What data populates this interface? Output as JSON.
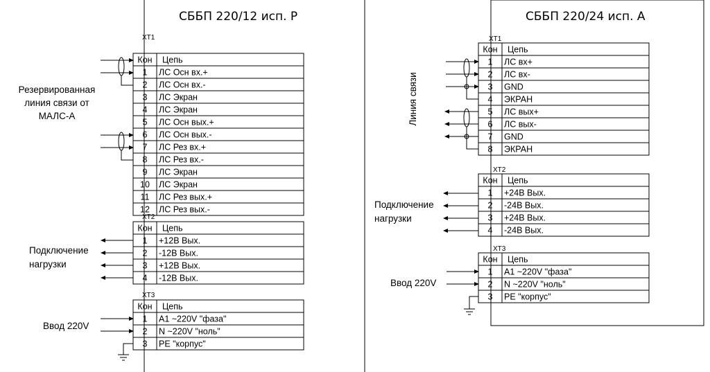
{
  "units": [
    {
      "title": "СББП 220/12 исп. Р",
      "blocks": [
        {
          "label": "XT1",
          "header": {
            "num": "Кон",
            "name": "Цепь"
          },
          "rows": [
            {
              "num": "1",
              "name": "ЛС Осн вх.+"
            },
            {
              "num": "2",
              "name": "ЛС Осн вх.-"
            },
            {
              "num": "3",
              "name": "ЛС Экран"
            },
            {
              "num": "4",
              "name": "ЛС Экран"
            },
            {
              "num": "5",
              "name": "ЛС Осн вых.+"
            },
            {
              "num": "6",
              "name": "ЛС Осн вых.-"
            },
            {
              "num": "7",
              "name": "ЛС Рез вх.+"
            },
            {
              "num": "8",
              "name": "ЛС Рез вх.-"
            },
            {
              "num": "9",
              "name": "ЛС Экран"
            },
            {
              "num": "10",
              "name": "ЛС Экран"
            },
            {
              "num": "11",
              "name": "ЛС Рез вых.+"
            },
            {
              "num": "12",
              "name": "ЛС Рез вых.-"
            }
          ]
        },
        {
          "label": "XT2",
          "header": {
            "num": "Кон",
            "name": "Цепь"
          },
          "rows": [
            {
              "num": "1",
              "name": "+12В Вых."
            },
            {
              "num": "2",
              "name": "-12В Вых."
            },
            {
              "num": "3",
              "name": "+12В Вых."
            },
            {
              "num": "4",
              "name": "-12В Вых."
            }
          ]
        },
        {
          "label": "XT3",
          "header": {
            "num": "Кон",
            "name": "Цепь"
          },
          "rows": [
            {
              "num": "1",
              "name": "A1 ~220V \"фаза\""
            },
            {
              "num": "2",
              "name": "N ~220V \"ноль\""
            },
            {
              "num": "3",
              "name": "PE \"корпус\""
            }
          ]
        }
      ],
      "labels": {
        "reserve": [
          "Резервированная",
          "линия связи от",
          "МАЛС-А"
        ],
        "load": [
          "Подключение",
          "нагрузки"
        ],
        "mains": "Ввод 220V"
      }
    },
    {
      "title": "СББП 220/24 исп. А",
      "blocks": [
        {
          "label": "XT1",
          "header": {
            "num": "Кон",
            "name": "Цепь"
          },
          "rows": [
            {
              "num": "1",
              "name": "ЛС вх+"
            },
            {
              "num": "2",
              "name": "ЛС вх-"
            },
            {
              "num": "3",
              "name": "GND"
            },
            {
              "num": "4",
              "name": "ЭКРАН"
            },
            {
              "num": "5",
              "name": "ЛС вых+"
            },
            {
              "num": "6",
              "name": "ЛС вых-"
            },
            {
              "num": "7",
              "name": "GND"
            },
            {
              "num": "8",
              "name": "ЭКРАН"
            }
          ]
        },
        {
          "label": "XT2",
          "header": {
            "num": "Кон",
            "name": "Цепь"
          },
          "rows": [
            {
              "num": "1",
              "name": "+24В Вых."
            },
            {
              "num": "2",
              "name": "-24В Вых."
            },
            {
              "num": "3",
              "name": "+24В Вых."
            },
            {
              "num": "4",
              "name": "-24В Вых."
            }
          ]
        },
        {
          "label": "XT3",
          "header": {
            "num": "Кон",
            "name": "Цепь"
          },
          "rows": [
            {
              "num": "1",
              "name": "A1 ~220V \"фаза\""
            },
            {
              "num": "2",
              "name": "N ~220V \"ноль\""
            },
            {
              "num": "3",
              "name": "PE \"корпус\""
            }
          ]
        }
      ],
      "labels": {
        "line": "Линия связи",
        "load": [
          "Подключение",
          "нагрузки"
        ],
        "mains": "Ввод 220V"
      }
    }
  ]
}
